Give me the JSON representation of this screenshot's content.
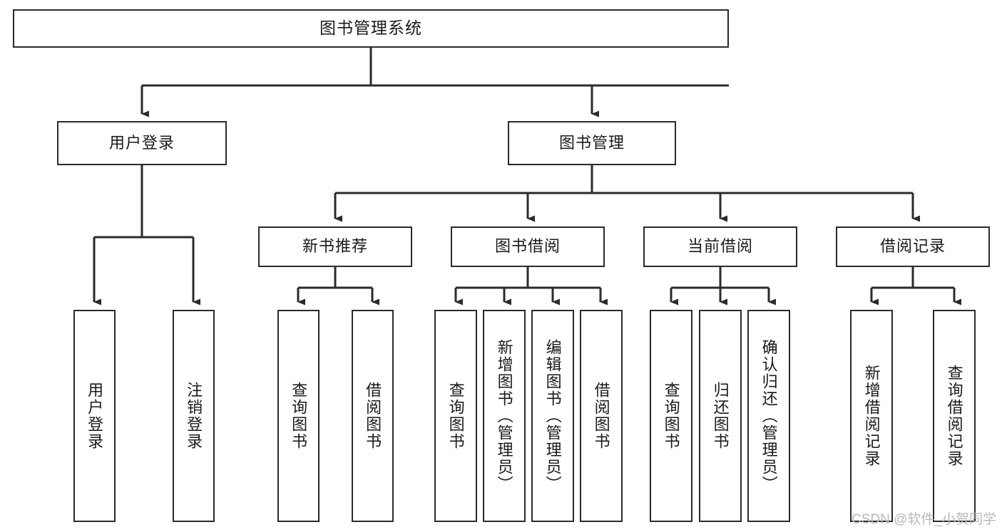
{
  "diagram": {
    "type": "tree-hierarchy",
    "title": "图书管理系统",
    "orientation": "top-down",
    "colors": {
      "stroke": "#2b2b2b",
      "fill": "#ffffff",
      "text": "#1a1a1a",
      "watermark": "#b8b8b8"
    },
    "watermark": "CSDN @软件_小贺同学"
  },
  "nodes": {
    "root": {
      "label": "图书管理系统"
    },
    "level2": [
      {
        "id": "user-login",
        "label": "用户登录"
      },
      {
        "id": "book-management",
        "label": "图书管理"
      }
    ],
    "level3": [
      {
        "id": "new-book-recommend",
        "label": "新书推荐"
      },
      {
        "id": "book-borrow",
        "label": "图书借阅"
      },
      {
        "id": "current-borrow",
        "label": "当前借阅"
      },
      {
        "id": "borrow-record",
        "label": "借阅记录"
      }
    ],
    "leaves": {
      "user_login": [
        {
          "id": "leaf-user-login",
          "label": "用户登录"
        },
        {
          "id": "leaf-logout-login",
          "label": "注销登录"
        }
      ],
      "new_book_recommend": [
        {
          "id": "leaf-query-book-1",
          "label": "查询图书"
        },
        {
          "id": "leaf-borrow-book-1",
          "label": "借阅图书"
        }
      ],
      "book_borrow": [
        {
          "id": "leaf-query-book-2",
          "label": "查询图书"
        },
        {
          "id": "leaf-add-book",
          "label": "新增图书（管理员）"
        },
        {
          "id": "leaf-edit-book",
          "label": "编辑图书（管理员）"
        },
        {
          "id": "leaf-borrow-book-2",
          "label": "借阅图书"
        }
      ],
      "current_borrow": [
        {
          "id": "leaf-query-book-3",
          "label": "查询图书"
        },
        {
          "id": "leaf-return-book",
          "label": "归还图书"
        },
        {
          "id": "leaf-confirm-return",
          "label": "确认归还（管理员）"
        }
      ],
      "borrow_record": [
        {
          "id": "leaf-add-record",
          "label": "新增借阅记录"
        },
        {
          "id": "leaf-query-record",
          "label": "查询借阅记录"
        }
      ]
    }
  }
}
